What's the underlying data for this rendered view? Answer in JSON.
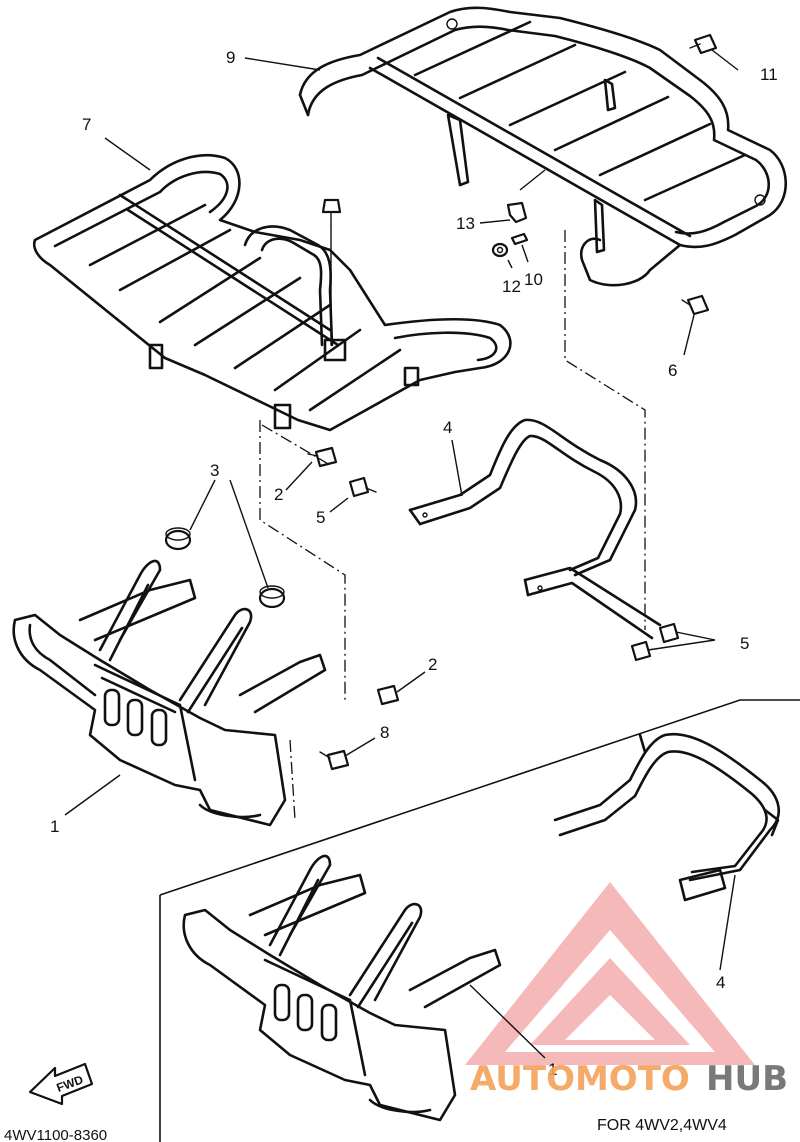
{
  "diagram": {
    "callouts": {
      "c1_main": "1",
      "c2_upper": "2",
      "c2_lower": "2",
      "c3": "3",
      "c4_main": "4",
      "c5_upper": "5",
      "c5_lower": "5",
      "c6": "6",
      "c7": "7",
      "c8": "8",
      "c9": "9",
      "c10": "10",
      "c11": "11",
      "c12": "12",
      "c13": "13",
      "c1_inset": "1",
      "c4_inset": "4"
    },
    "fwd_label": "FWD",
    "variant_note": "FOR 4WV2,4WV4",
    "drawing_code": "4WV1100-8360",
    "watermark": {
      "text_part1": "AUTOMOTO",
      "text_part2": "HUB",
      "accent_color": "#f5a15a",
      "secondary_color": "#6b6b6b",
      "logo_color": "#f08080"
    }
  }
}
